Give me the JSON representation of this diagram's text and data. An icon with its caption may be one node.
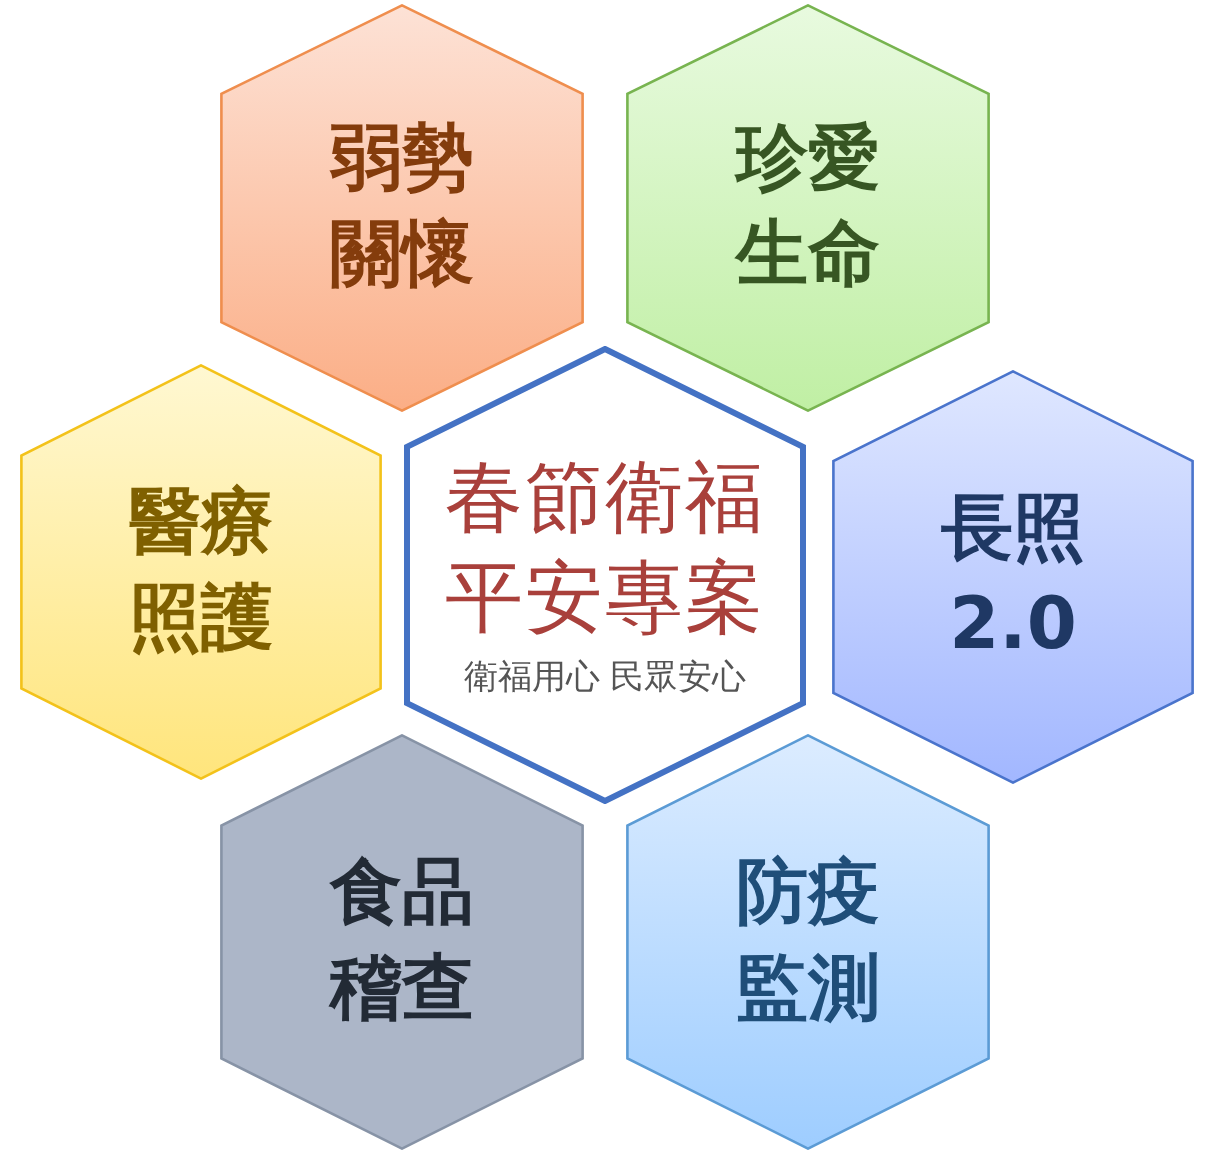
{
  "diagram": {
    "nodes": [
      {
        "text": [
          "弱勢關懷"
        ]
      },
      {
        "text": [
          "珍愛生命"
        ]
      },
      {
        "text": [
          "醫療照護"
        ]
      },
      {
        "text": [
          "春節衛福平安專案",
          "衛福用心 民眾安心"
        ]
      },
      {
        "text": [
          "長照2.0"
        ]
      },
      {
        "text": [
          "食品稽查"
        ]
      },
      {
        "text": [
          "防疫監測"
        ]
      }
    ]
  }
}
